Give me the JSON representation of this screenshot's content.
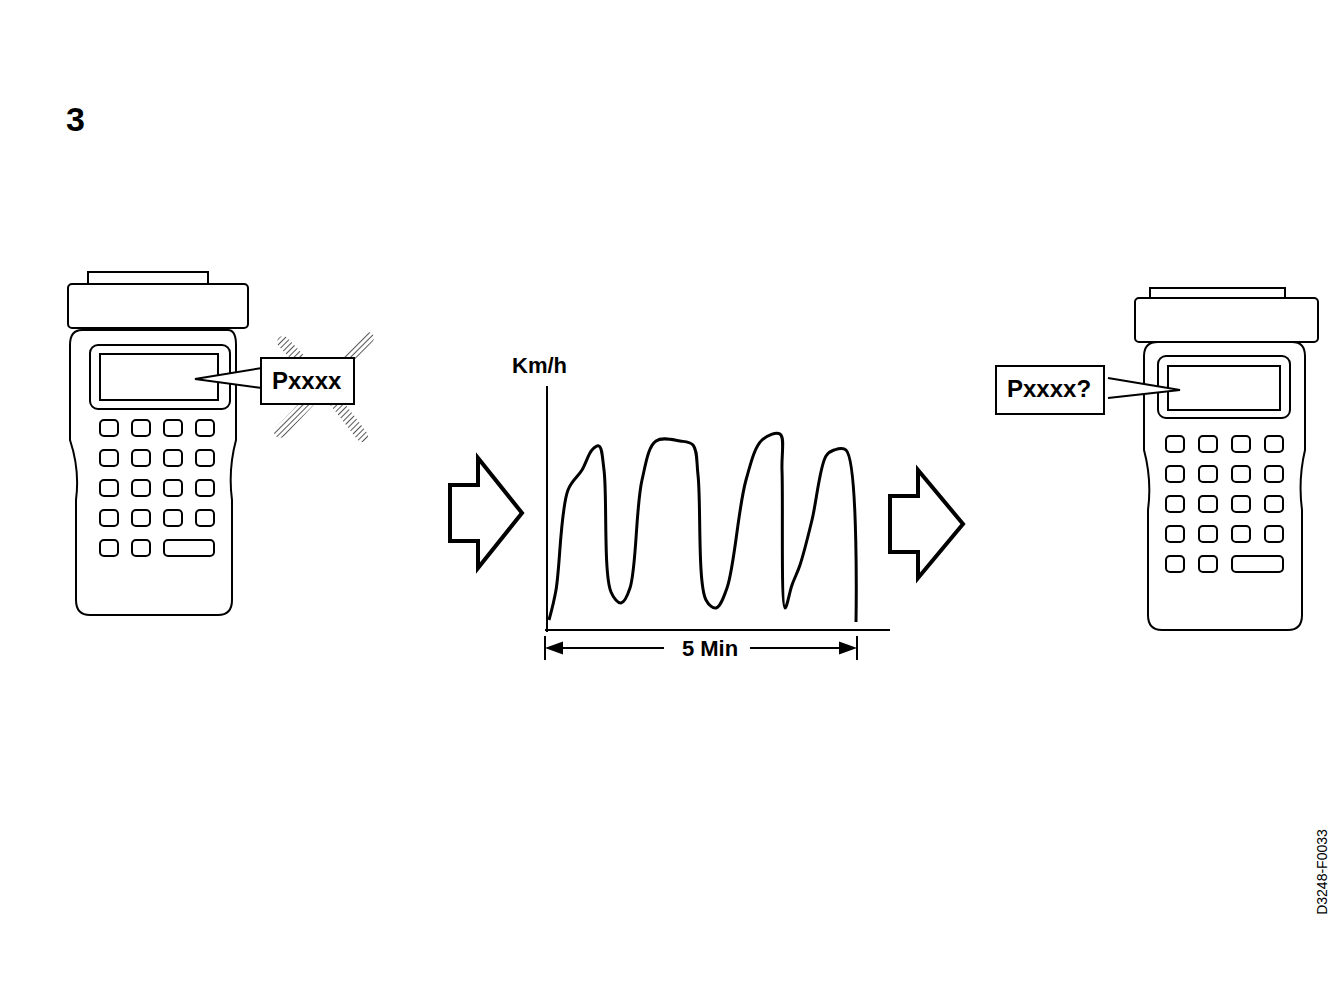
{
  "diagram": {
    "nodes": [
      {
        "text": [
          "Pxxxx"
        ]
      },
      {
        "text": [
          "Pxxxx?"
        ]
      }
    ],
    "labels": [
      "3",
      "Km/h",
      "5 Min",
      "D3248-F0033"
    ]
  }
}
